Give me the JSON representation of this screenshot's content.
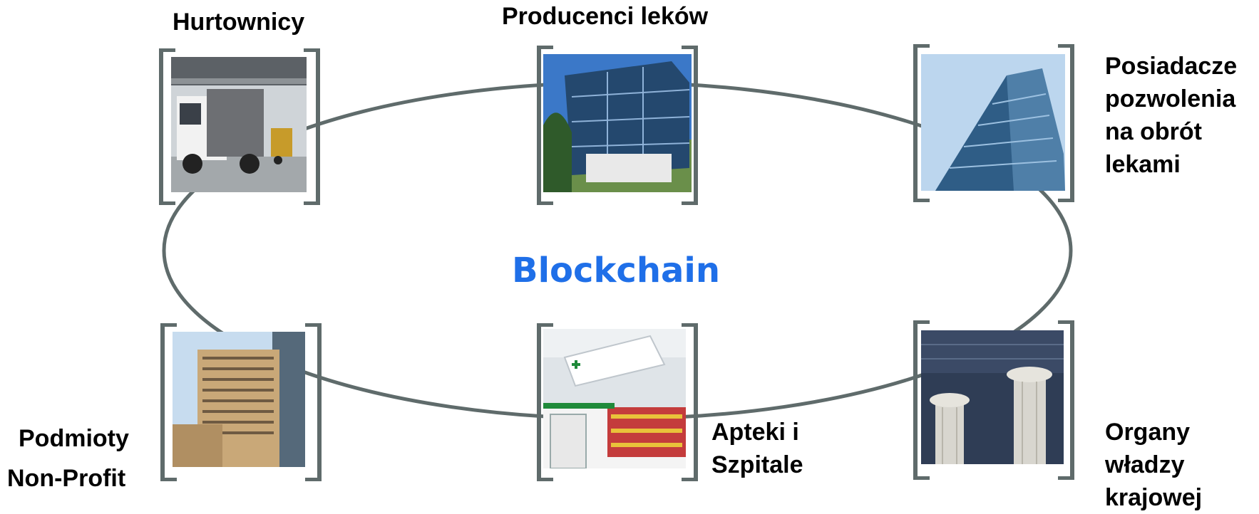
{
  "center": {
    "label": "Blockchain"
  },
  "nodes": {
    "wholesalers": {
      "label": "Hurtownicy"
    },
    "manufacturers": {
      "label": "Producenci leków"
    },
    "license_holders": {
      "line1": "Posiadacze",
      "line2": "pozwolenia",
      "line3": "na obrót",
      "line4": "lekami"
    },
    "nonprofit": {
      "line1": "Podmioty",
      "line2": "Non-Profit"
    },
    "pharmacies": {
      "line1": "Apteki i",
      "line2": "Szpitale"
    },
    "authorities": {
      "line1": "Organy",
      "line2": "władzy",
      "line3": "krajowej"
    }
  },
  "colors": {
    "center_text": "#1f6fe8",
    "ring": "#5f6b6b",
    "bracket": "#5f6b6b"
  }
}
